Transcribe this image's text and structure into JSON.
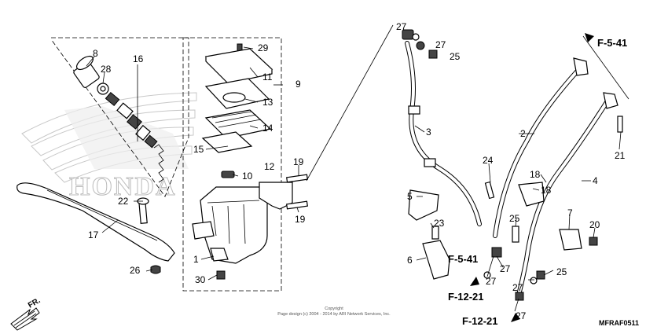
{
  "callouts": [
    {
      "id": "c27a",
      "text": "27"
    },
    {
      "id": "c27b",
      "text": "27"
    },
    {
      "id": "c25a",
      "text": "25"
    },
    {
      "id": "c29",
      "text": "29"
    },
    {
      "id": "c9",
      "text": "9"
    },
    {
      "id": "c11",
      "text": "11"
    },
    {
      "id": "c13",
      "text": "13"
    },
    {
      "id": "c14",
      "text": "14"
    },
    {
      "id": "c15",
      "text": "15"
    },
    {
      "id": "c10",
      "text": "10"
    },
    {
      "id": "c12",
      "text": "12"
    },
    {
      "id": "c19a",
      "text": "19"
    },
    {
      "id": "c19b",
      "text": "19"
    },
    {
      "id": "c1",
      "text": "1"
    },
    {
      "id": "c30",
      "text": "30"
    },
    {
      "id": "c8",
      "text": "8"
    },
    {
      "id": "c28",
      "text": "28"
    },
    {
      "id": "c16",
      "text": "16"
    },
    {
      "id": "c22",
      "text": "22"
    },
    {
      "id": "c17",
      "text": "17"
    },
    {
      "id": "c26",
      "text": "26"
    },
    {
      "id": "c3",
      "text": "3"
    },
    {
      "id": "c2",
      "text": "2"
    },
    {
      "id": "c24",
      "text": "24"
    },
    {
      "id": "c18a",
      "text": "18"
    },
    {
      "id": "c18b",
      "text": "18"
    },
    {
      "id": "c4",
      "text": "4"
    },
    {
      "id": "c21",
      "text": "21"
    },
    {
      "id": "c5",
      "text": "5"
    },
    {
      "id": "c23",
      "text": "23"
    },
    {
      "id": "c25b",
      "text": "25"
    },
    {
      "id": "c7",
      "text": "7"
    },
    {
      "id": "c20",
      "text": "20"
    },
    {
      "id": "c6",
      "text": "6"
    },
    {
      "id": "c27c",
      "text": "27"
    },
    {
      "id": "c27d",
      "text": "27"
    },
    {
      "id": "c25c",
      "text": "25"
    },
    {
      "id": "c27e",
      "text": "27"
    },
    {
      "id": "c27f",
      "text": "27"
    }
  ],
  "refs": [
    {
      "id": "r1",
      "text": "F-5-41"
    },
    {
      "id": "r2",
      "text": "F-5-41"
    },
    {
      "id": "r3",
      "text": "F-12-21"
    },
    {
      "id": "r4",
      "text": "F-12-21"
    }
  ],
  "watermark_logo": "HONDA",
  "copyright_line1": "Copyright",
  "copyright_line2": "Page design (c) 2004 - 2014 by ARI Network Services, Inc.",
  "diagram_code": "MFRAF0511",
  "front_marker": "FR."
}
